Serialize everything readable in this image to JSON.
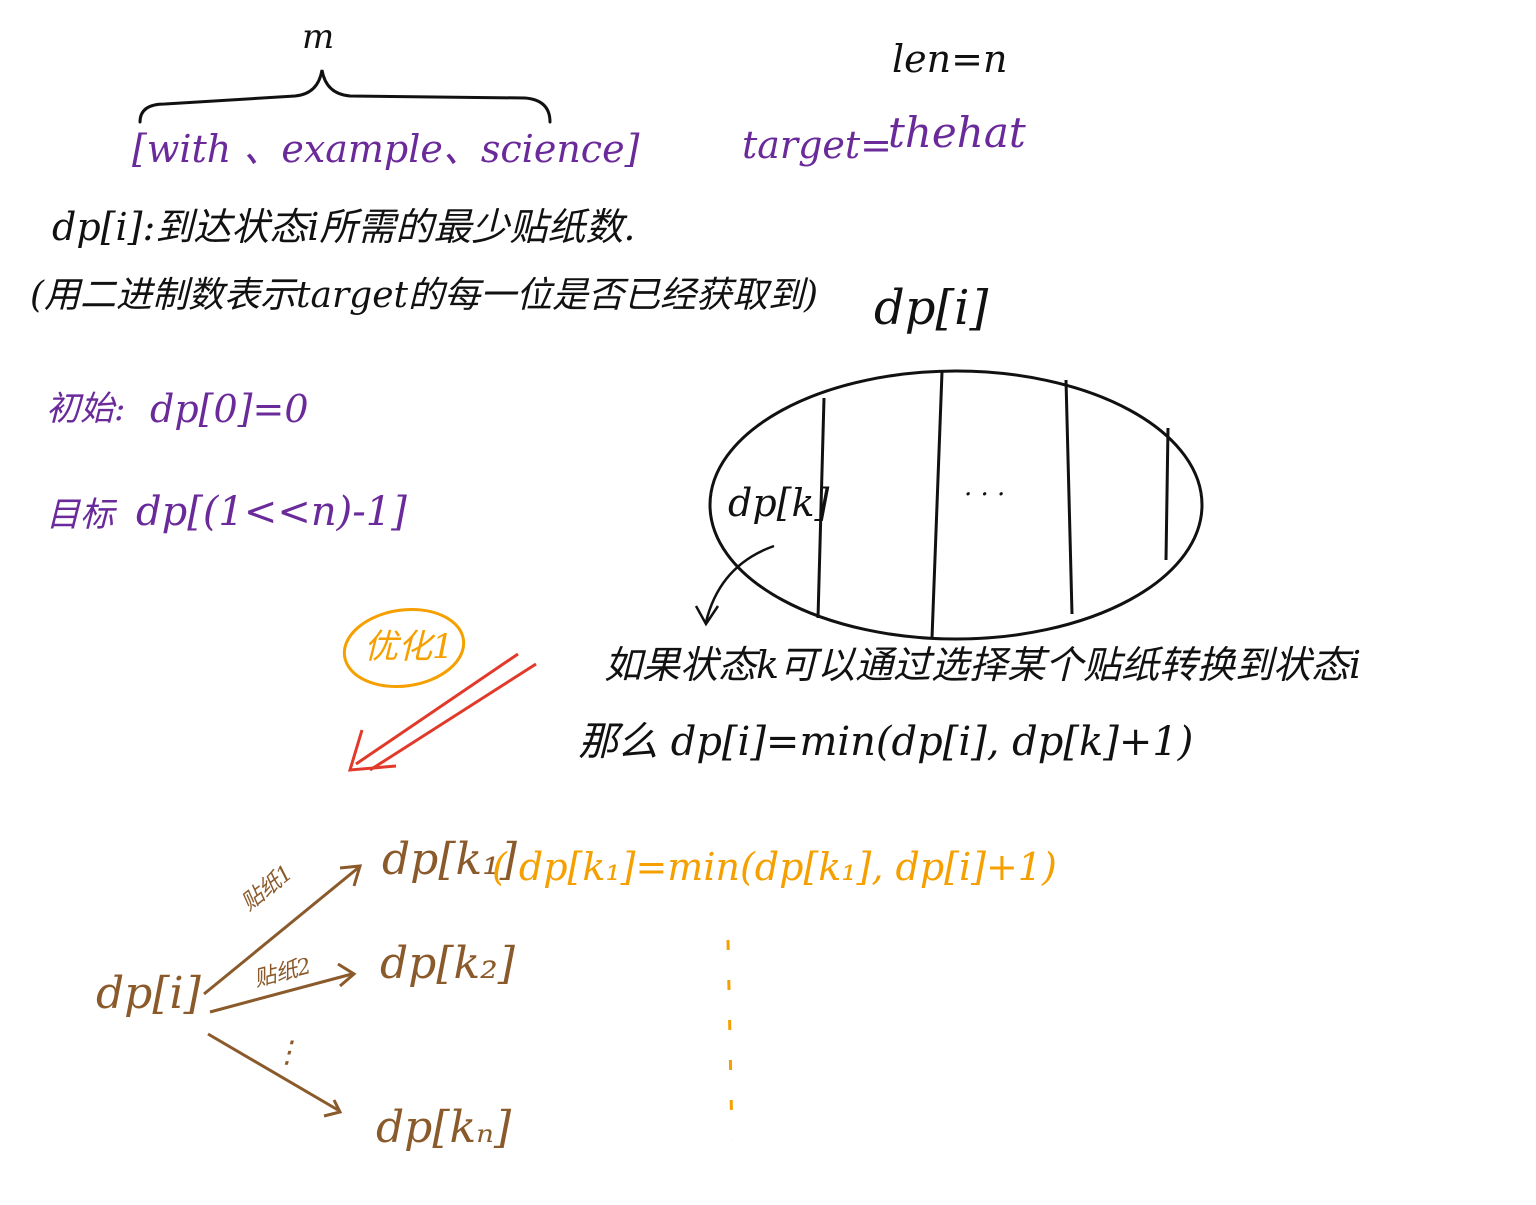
{
  "colors": {
    "black": "#111111",
    "purple": "#6a2a9a",
    "orange": "#f5a000",
    "brown": "#8a5a2b",
    "red": "#e23a2a"
  },
  "top": {
    "brace_label": "m",
    "word_list": "[with 、example、science]",
    "len_label": "len=n",
    "target_label": "target=",
    "target_value": "thehat"
  },
  "definitions": {
    "dp_def": "dp[i]:到达状态i所需的最少贴纸数.",
    "dp_def_note": "(用二进制数表示target的每一位是否已经获取到)",
    "init_label": "初始:",
    "init_value": "dp[0]=0",
    "goal_label": "目标",
    "goal_value": "dp[(1<<n)-1]"
  },
  "ellipse": {
    "top_label": "dp[i]",
    "inner_label": "dp[k]",
    "dots": ". . ."
  },
  "transition": {
    "line1": "如果状态k可以通过选择某个贴纸转换到状态i",
    "line2": "那么 dp[i]=min(dp[i], dp[k]+1)",
    "optimize_badge": "优化1"
  },
  "tree": {
    "root": "dp[i]",
    "edge1_label": "贴纸1",
    "edge2_label": "贴纸2",
    "edge_dots": "⋮",
    "child1": "dp[k₁]",
    "child1_formula": "( dp[k₁]=min(dp[k₁], dp[i]+1)",
    "child2": "dp[k₂]",
    "childn": "dp[kₙ]"
  }
}
